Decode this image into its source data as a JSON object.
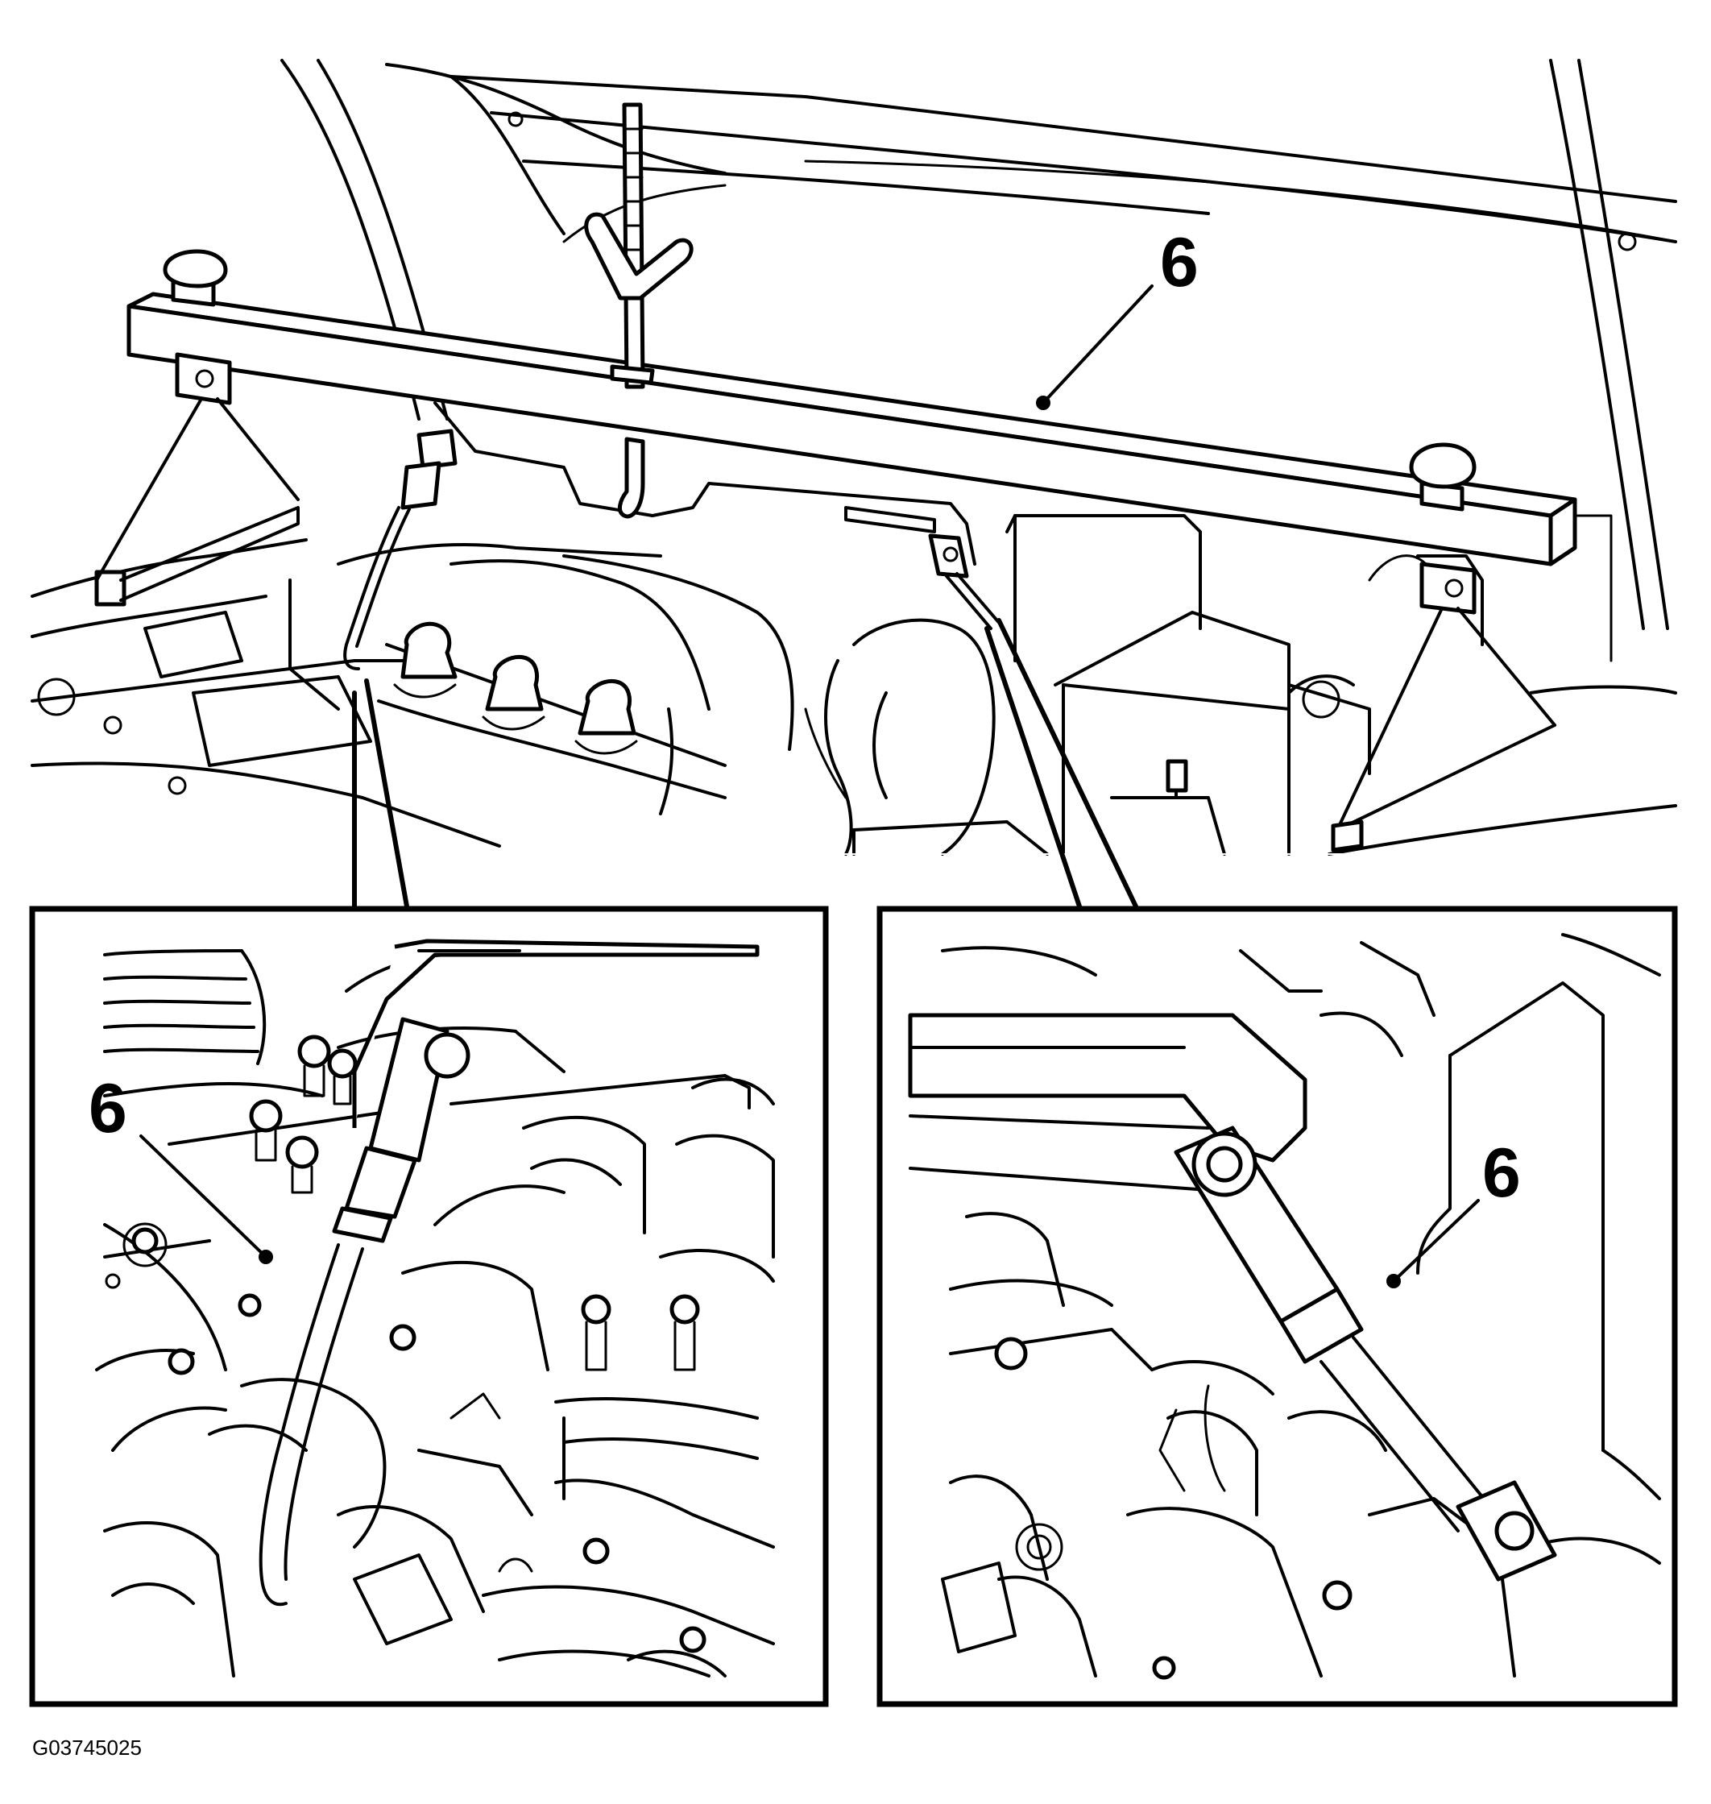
{
  "callouts": {
    "main": "6",
    "left_detail": "6",
    "right_detail": "6"
  },
  "figure_id": "G03745025"
}
